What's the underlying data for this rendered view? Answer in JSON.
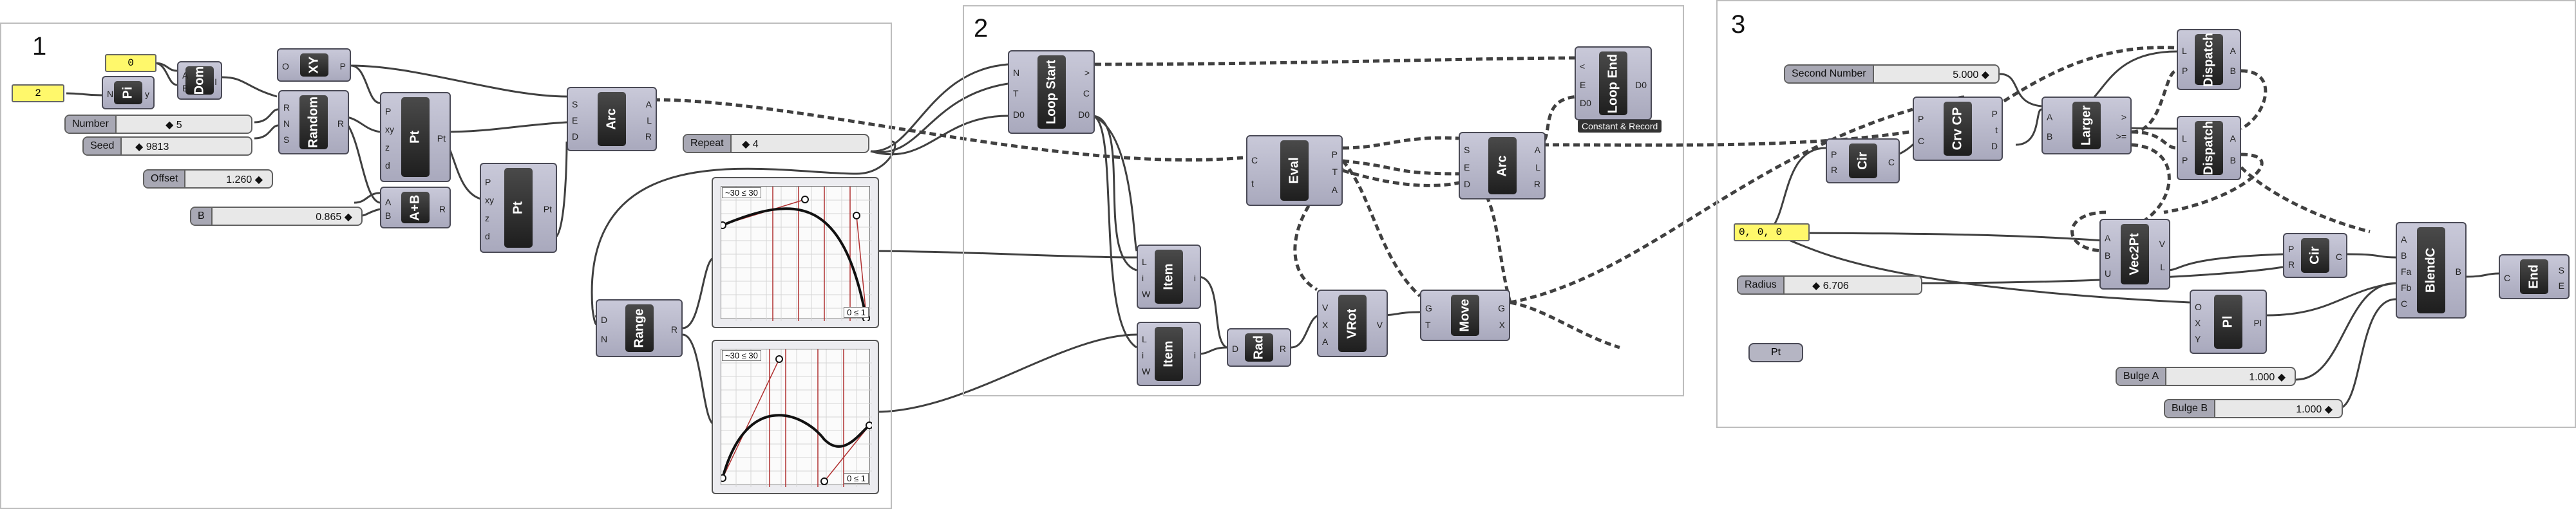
{
  "groups": [
    {
      "number": "1"
    },
    {
      "number": "2"
    },
    {
      "number": "3"
    }
  ],
  "panels": {
    "zero": "0",
    "two": "2",
    "origin": "0, 0, 0"
  },
  "sliders": {
    "number": {
      "label": "Number",
      "value": "◆ 5"
    },
    "seed": {
      "label": "Seed",
      "value": "◆ 9813"
    },
    "offset": {
      "label": "Offset",
      "value": "1.260 ◆"
    },
    "b": {
      "label": "B",
      "value": "0.865 ◆"
    },
    "repeat": {
      "label": "Repeat",
      "value": "◆ 4"
    },
    "second_number": {
      "label": "Second Number",
      "value": "5.000 ◆"
    },
    "radius": {
      "label": "Radius",
      "value": "◆ 6.706"
    },
    "bulge_a": {
      "label": "Bulge A",
      "value": "1.000 ◆"
    },
    "bulge_b": {
      "label": "Bulge B",
      "value": "1.000 ◆"
    }
  },
  "components": {
    "pi": {
      "name": "Pi",
      "in": [
        "N"
      ],
      "out": [
        "y"
      ]
    },
    "dom": {
      "name": "Dom",
      "in": [
        "A",
        "B"
      ],
      "out": [
        "I"
      ]
    },
    "xy": {
      "name": "XY",
      "in": [
        "O"
      ],
      "out": [
        "P"
      ]
    },
    "random": {
      "name": "Random",
      "in": [
        "R",
        "N",
        "S"
      ],
      "out": [
        "R"
      ]
    },
    "pt1": {
      "name": "Pt",
      "in": [
        "P",
        "xy",
        "z",
        "d"
      ],
      "out": [
        "Pt"
      ]
    },
    "aplusb": {
      "name": "A+B",
      "in": [
        "A",
        "B"
      ],
      "out": [
        "R"
      ]
    },
    "pt2": {
      "name": "Pt",
      "in": [
        "P",
        "xy",
        "z",
        "d"
      ],
      "out": [
        "Pt"
      ]
    },
    "arc1": {
      "name": "Arc",
      "in": [
        "S",
        "E",
        "D"
      ],
      "out": [
        "A",
        "L",
        "R"
      ]
    },
    "range": {
      "name": "Range",
      "in": [
        "D",
        "N"
      ],
      "out": [
        "R"
      ]
    },
    "loop_start": {
      "name": "Loop Start",
      "in": [
        "N",
        "T",
        "D0"
      ],
      "out": [
        ">",
        "C",
        "D0"
      ]
    },
    "item1": {
      "name": "Item",
      "in": [
        "L",
        "i",
        "W"
      ],
      "out": [
        "i"
      ]
    },
    "item2": {
      "name": "Item",
      "in": [
        "L",
        "i",
        "W"
      ],
      "out": [
        "i"
      ]
    },
    "rad": {
      "name": "Rad",
      "in": [
        "D"
      ],
      "out": [
        "R"
      ]
    },
    "vrot": {
      "name": "VRot",
      "in": [
        "V",
        "X",
        "A"
      ],
      "out": [
        "V"
      ]
    },
    "eval": {
      "name": "Eval",
      "in": [
        "C",
        "t"
      ],
      "out": [
        "P",
        "T",
        "A"
      ]
    },
    "arc2": {
      "name": "Arc",
      "in": [
        "S",
        "E",
        "D"
      ],
      "out": [
        "A",
        "L",
        "R"
      ]
    },
    "move": {
      "name": "Move",
      "in": [
        "G",
        "T"
      ],
      "out": [
        "G",
        "X"
      ]
    },
    "loop_end": {
      "name": "Loop End",
      "in": [
        "<",
        "E",
        "D0"
      ],
      "out": [
        "D0"
      ]
    },
    "pt_relay": {
      "name": "Pt"
    },
    "cir1": {
      "name": "Cir",
      "in": [
        "P",
        "R"
      ],
      "out": [
        "C"
      ]
    },
    "crv_cp": {
      "name": "Crv CP",
      "in": [
        "P",
        "C"
      ],
      "out": [
        "P",
        "t",
        "D"
      ]
    },
    "larger": {
      "name": "Larger",
      "in": [
        "A",
        "B"
      ],
      "out": [
        ">",
        ">="
      ]
    },
    "dispatch1": {
      "name": "Dispatch",
      "in": [
        "L",
        "P"
      ],
      "out": [
        "A",
        "B"
      ]
    },
    "dispatch2": {
      "name": "Dispatch",
      "in": [
        "L",
        "P"
      ],
      "out": [
        "A",
        "B"
      ]
    },
    "vec2pt": {
      "name": "Vec2Pt",
      "in": [
        "A",
        "B",
        "U"
      ],
      "out": [
        "V",
        "L"
      ]
    },
    "cir2": {
      "name": "Cir",
      "in": [
        "P",
        "R"
      ],
      "out": [
        "C"
      ]
    },
    "pl": {
      "name": "Pl",
      "in": [
        "O",
        "X",
        "Y"
      ],
      "out": [
        "Pl"
      ]
    },
    "blendc": {
      "name": "BlendC",
      "in": [
        "A",
        "B",
        "Fa",
        "Fb",
        "C"
      ],
      "out": [
        "B"
      ]
    },
    "end": {
      "name": "End",
      "in": [
        "C"
      ],
      "out": [
        "S",
        "E"
      ]
    }
  },
  "graphs": {
    "graph1": {
      "range": "~30 ≤ 30",
      "unit": "0 ≤ 1"
    },
    "graph2": {
      "range": "~30 ≤ 30",
      "unit": "0 ≤ 1"
    }
  },
  "tags": {
    "constant_record": "Constant & Record"
  }
}
